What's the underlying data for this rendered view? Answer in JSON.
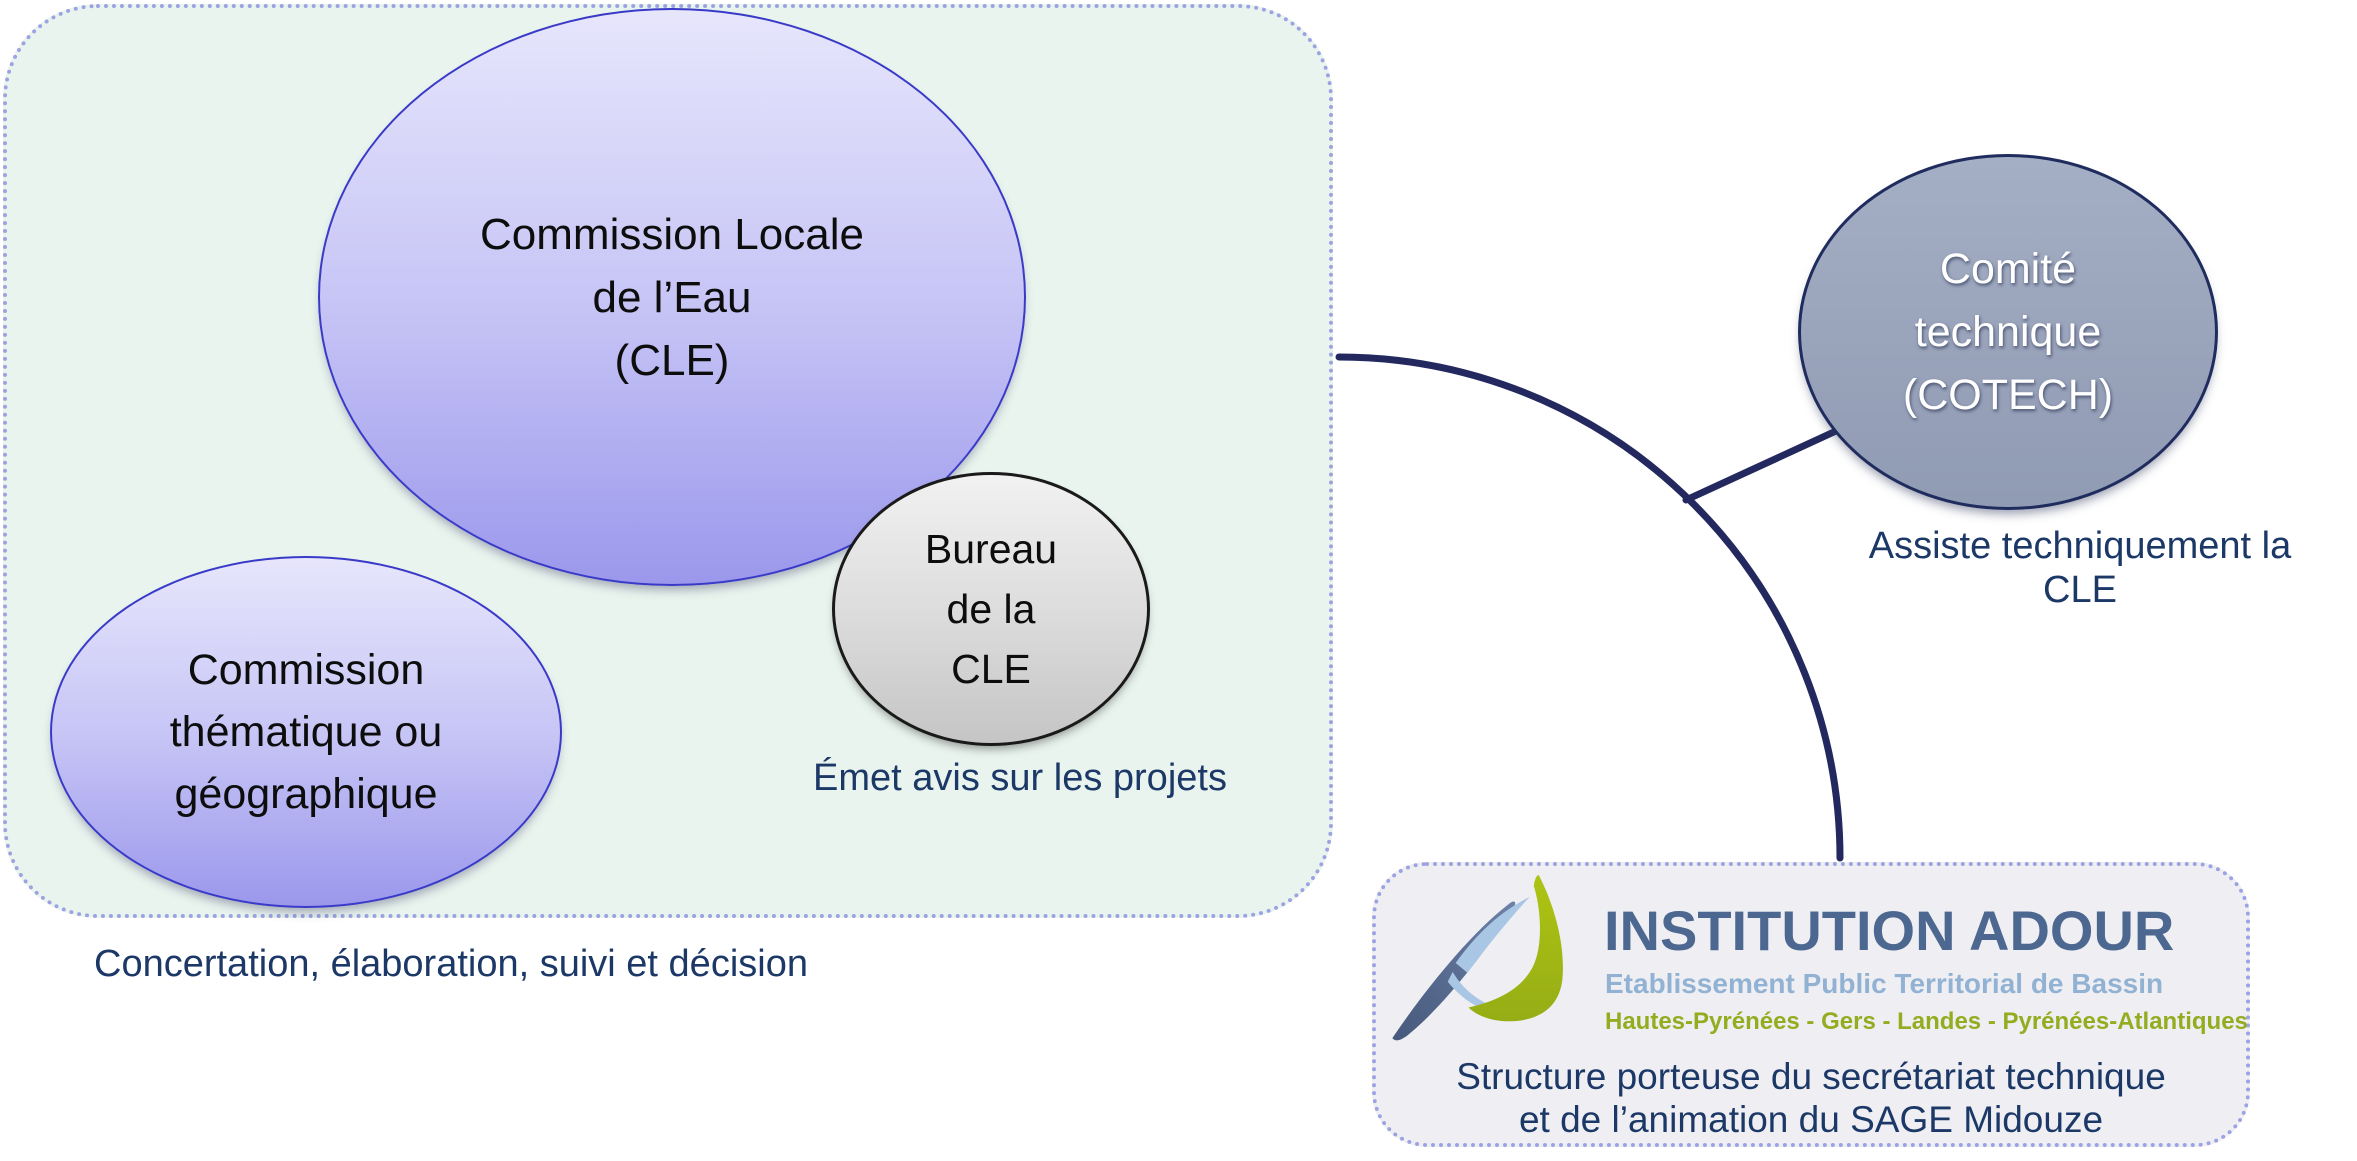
{
  "diagram": {
    "cle_group": {
      "cle": {
        "lines": [
          "Commission Locale",
          "de l’Eau",
          "(CLE)"
        ]
      },
      "commission": {
        "lines": [
          "Commission",
          "thématique ou",
          "géographique"
        ]
      },
      "bureau": {
        "lines": [
          "Bureau",
          "de la",
          "CLE"
        ]
      },
      "bureau_caption": "Émet avis sur les projets",
      "group_caption": "Concertation, élaboration, suivi et décision"
    },
    "cotech": {
      "lines": [
        "Comité",
        "technique",
        "(COTECH)"
      ],
      "caption": "Assiste techniquement la CLE"
    },
    "adour": {
      "name": "INSTITUTION ADOUR",
      "subtitle": "Etablissement Public Territorial de Bassin",
      "territories": "Hautes-Pyrénées - Gers - Landes - Pyrénées-Atlantiques",
      "caption_line1": "Structure porteuse du secrétariat technique",
      "caption_line2": "et de l’animation du SAGE Midouze",
      "logo_icon": "institution-adour-logo"
    },
    "colors": {
      "panel_fill": "#e9f4ee",
      "dotted_border": "#9ba3e2",
      "ellipse_purple_top": "#e7e6fc",
      "ellipse_purple_bottom": "#9b98ec",
      "ellipse_purple_border": "#3a3ac8",
      "bureau_fill_top": "#f1f1f1",
      "bureau_fill_bottom": "#c5c5c6",
      "cotech_fill": "#99a3ba",
      "cotech_border": "#1f2c5e",
      "connector": "#23295f",
      "navy_text": "#1c3867",
      "adour_name_blue": "#4d6890",
      "adour_subtitle_blue": "#92b2d4",
      "adour_green": "#93ac20"
    }
  }
}
